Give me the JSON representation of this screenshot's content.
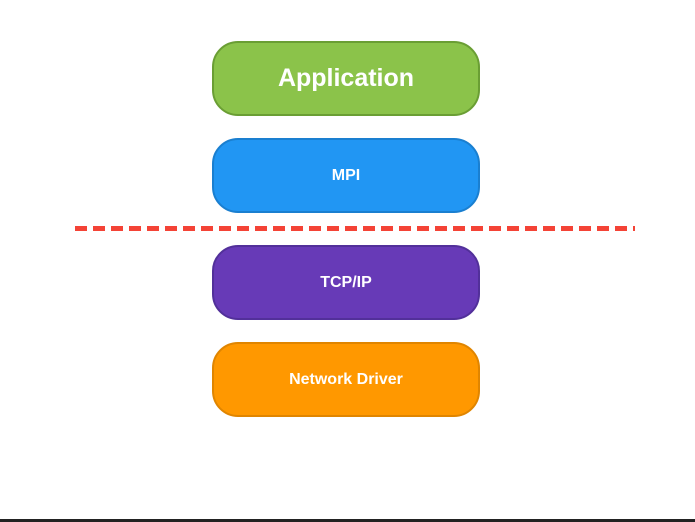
{
  "layers": [
    {
      "label": "Application",
      "fill": "#8bc34a",
      "border": "#6a9e34",
      "text_color": "#ffffff"
    },
    {
      "label": "MPI",
      "fill": "#2196f3",
      "border": "#1a7fd0",
      "text_color": "#ffffff"
    },
    {
      "label": "TCP/IP",
      "fill": "#673ab7",
      "border": "#52309a",
      "text_color": "#ffffff"
    },
    {
      "label": "Network Driver",
      "fill": "#ff9800",
      "border": "#e08500",
      "text_color": "#ffffff"
    }
  ],
  "divider": {
    "style": "dashed",
    "color": "#f44336"
  },
  "colors": {
    "background": "#ffffff",
    "baseline": "#222222"
  }
}
